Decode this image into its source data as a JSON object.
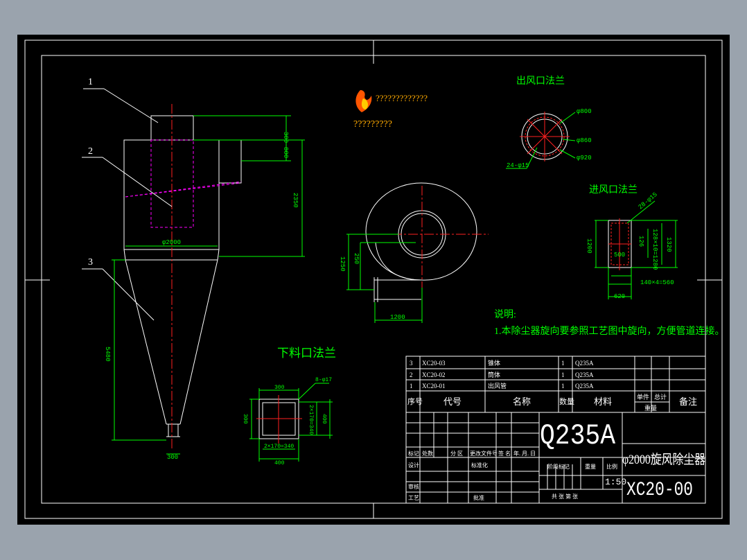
{
  "colors": {
    "viewer_bg": "#9aa3ad",
    "sheet_bg": "#000000",
    "frame": "#ffffff",
    "dimension": "#00ff00",
    "centerline": "#ff2020",
    "hidden": "#ff00ff",
    "logo_text": "#ffaa00",
    "annotation_green": "#00ff00",
    "table_text": "#ffffff"
  },
  "callouts": [
    "1",
    "2",
    "3"
  ],
  "titles": {
    "outlet_flange": "出风口法兰",
    "inlet_flange": "进风口法兰",
    "discharge_flange": "下料口法兰"
  },
  "logo": {
    "line1": "?????????????",
    "line2": "?????????"
  },
  "dims": {
    "body_diameter": "φ2000",
    "d300_top": "300",
    "d800": "800",
    "d2350": "2350",
    "d5480": "5480",
    "d300_bottom": "300",
    "outlet_d1": "φ800",
    "outlet_d2": "φ860",
    "outlet_d3": "φ920",
    "outlet_holes": "24-φ15",
    "plan_1250": "1250",
    "plan_250": "250",
    "plan_1200": "1200",
    "inlet_holes": "28-φ15",
    "inlet_1200": "1200",
    "inlet_126": "126",
    "inlet_128x10": "128×10=1280",
    "inlet_1320": "1320",
    "inlet_500": "500",
    "inlet_140x4": "140×4=560",
    "inlet_620": "620",
    "dis_300": "300",
    "dis_holes": "8-φ17",
    "dis_left_300": "300",
    "dis_2x170": "2×170=340",
    "dis_400_right": "400",
    "dis_bottom_2x170": "2×170=340",
    "dis_400": "400"
  },
  "notes": {
    "heading": "说明:",
    "line1": "1.本除尘器旋向要参照工艺图中旋向，方便管道连接。"
  },
  "bom": {
    "rows": [
      {
        "no": "3",
        "code": "XC20-03",
        "name": "锥体",
        "qty": "1",
        "material": "Q235A"
      },
      {
        "no": "2",
        "code": "XC20-02",
        "name": "筒体",
        "qty": "1",
        "material": "Q235A"
      },
      {
        "no": "1",
        "code": "XC20-01",
        "name": "出风管",
        "qty": "1",
        "material": "Q235A"
      }
    ],
    "headers": {
      "no": "序号",
      "code": "代号",
      "name": "名称",
      "qty": "数量",
      "material": "材料",
      "unit_weight": "单件",
      "total_weight": "总计",
      "weight": "重量",
      "remarks": "备注"
    }
  },
  "title_block": {
    "material": "Q235A",
    "drawing_name": "φ2000旋风除尘器",
    "drawing_no": "XC20-00",
    "scale": "1:50",
    "labels": {
      "mark": "标记",
      "count": "处数",
      "zone": "分 区",
      "change_doc": "更改文件号",
      "sign": "签 名",
      "date": "年. 月. 日",
      "design": "设计",
      "standard": "标准化",
      "stage_mark": "阶段标记",
      "weight": "重量",
      "ratio": "比例",
      "review": "审核",
      "process": "工艺",
      "approve": "批准",
      "sheets": "共   张   第   张"
    }
  }
}
